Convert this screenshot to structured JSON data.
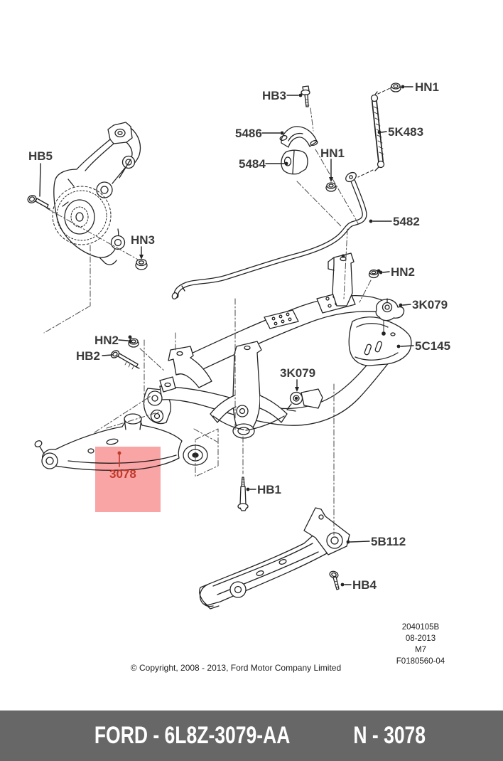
{
  "diagram": {
    "callouts": {
      "hb5": "HB5",
      "hb3": "HB3",
      "c5486": "5486",
      "c5484": "5484",
      "hn1_a": "HN1",
      "hn1_b": "HN1",
      "c5k483": "5K483",
      "hn3": "HN3",
      "c5482": "5482",
      "hn2_a": "HN2",
      "c3k079_a": "3K079",
      "c5c145": "5C145",
      "hn2_b": "HN2",
      "hb2": "HB2",
      "c3k079_b": "3K079",
      "c3078": "3078",
      "hb1": "HB1",
      "c5b112": "5B112",
      "hb4": "HB4"
    },
    "highlight": {
      "part": "3078",
      "fill": "#f98f8f",
      "label_color": "#c0392b"
    },
    "stamp": {
      "lines": [
        "2040105B",
        "08-2013",
        "M7",
        "F0180560-04"
      ]
    },
    "copyright": "© Copyright, 2008 - 2013, Ford Motor Company Limited",
    "line_color": "#232323"
  },
  "footer_bar": {
    "background": "#676767",
    "text_color": "#ffffff",
    "left_text": "FORD - 6L8Z-3079-AA",
    "right_text": "N - 3078"
  }
}
